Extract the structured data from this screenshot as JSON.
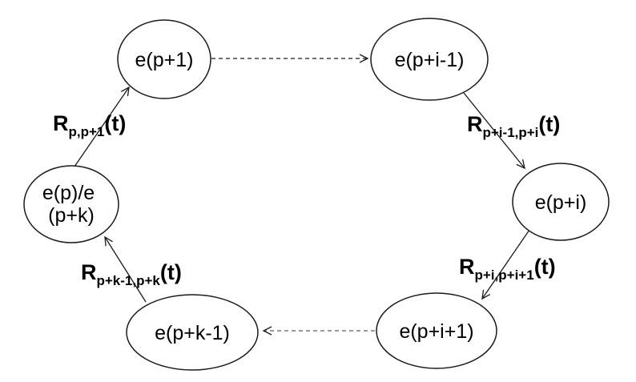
{
  "diagram": {
    "type": "cyclic-state-diagram",
    "colors": {
      "background": "#ffffff",
      "node_fill": "#ffffff",
      "stroke": "#1a1a1a",
      "dashed_gray": "#8c8c8c"
    },
    "nodes": [
      {
        "id": "e(p+1)",
        "label": "e(p+1)"
      },
      {
        "id": "e(p+i-1)",
        "label": "e(p+i-1)"
      },
      {
        "id": "e(p+i)",
        "label": "e(p+i)"
      },
      {
        "id": "e(p+i+1)",
        "label": "e(p+i+1)"
      },
      {
        "id": "e(p+k-1)",
        "label": "e(p+k-1)"
      },
      {
        "id": "e(p)/e(p+k)",
        "label_line1": "e(p)/e",
        "label_line2": "(p+k)"
      }
    ],
    "edges": [
      {
        "from": "e(p)/e(p+k)",
        "to": "e(p+1)",
        "line_style": "solid",
        "label": {
          "base": "R",
          "sub": "p,p+1",
          "suffix": "(t)"
        }
      },
      {
        "from": "e(p+1)",
        "to": "e(p+i-1)",
        "line_style": "dashed"
      },
      {
        "from": "e(p+i-1)",
        "to": "e(p+i)",
        "line_style": "solid",
        "label": {
          "base": "R",
          "sub": "p+i-1,p+i",
          "suffix": "(t)"
        }
      },
      {
        "from": "e(p+i)",
        "to": "e(p+i+1)",
        "line_style": "solid",
        "label": {
          "base": "R",
          "sub": "p+i,p+i+1",
          "suffix": "(t)"
        }
      },
      {
        "from": "e(p+i+1)",
        "to": "e(p+k-1)",
        "line_style": "dashed-gray"
      },
      {
        "from": "e(p+k-1)",
        "to": "e(p)/e(p+k)",
        "line_style": "solid",
        "label": {
          "base": "R",
          "sub": "p+k-1,p+k",
          "suffix": "(t)"
        }
      }
    ]
  }
}
